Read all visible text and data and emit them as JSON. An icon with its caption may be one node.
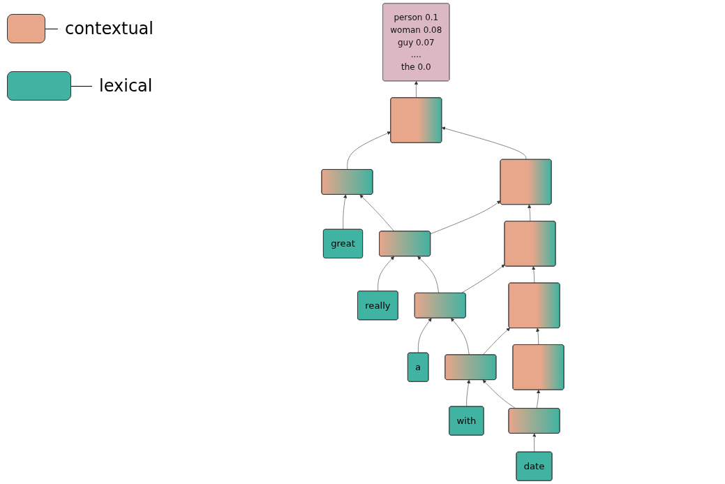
{
  "diagram": {
    "nodes": [
      {
        "text": [
          "person 0.1",
          "woman 0.08",
          "guy 0.07",
          "....",
          "the 0.0"
        ]
      },
      {
        "text": [],
        "shape": "box"
      },
      {
        "text": [],
        "shape": "box"
      },
      {
        "text": [],
        "shape": "box"
      },
      {
        "text": [],
        "shape": "box"
      },
      {
        "text": [],
        "shape": "box"
      },
      {
        "text": [],
        "shape": "box"
      },
      {
        "text": [],
        "shape": "box"
      },
      {
        "text": [],
        "shape": "box"
      },
      {
        "text": [],
        "shape": "box"
      },
      {
        "text": [],
        "shape": "box"
      },
      {
        "text": [
          "date"
        ]
      },
      {
        "text": [
          "with"
        ]
      },
      {
        "text": [
          "a"
        ]
      },
      {
        "text": [
          "really"
        ]
      },
      {
        "text": [
          "great"
        ]
      }
    ],
    "edges": [
      {
        "from": 11,
        "to": 6,
        "arrow": "to"
      },
      {
        "from": 12,
        "to": 7,
        "arrow": "to"
      },
      {
        "from": 13,
        "to": 8,
        "arrow": "to"
      },
      {
        "from": 14,
        "to": 9,
        "arrow": "to"
      },
      {
        "from": 15,
        "to": 10,
        "arrow": "to"
      },
      {
        "from": 6,
        "to": 1,
        "arrow": "to"
      },
      {
        "from": 7,
        "to": 2,
        "arrow": "to"
      },
      {
        "from": 8,
        "to": 3,
        "arrow": "to"
      },
      {
        "from": 9,
        "to": 4,
        "arrow": "to"
      },
      {
        "from": 10,
        "to": 5,
        "arrow": "to"
      },
      {
        "from": 6,
        "to": 7,
        "arrow": "to"
      },
      {
        "from": 7,
        "to": 8,
        "arrow": "to"
      },
      {
        "from": 8,
        "to": 9,
        "arrow": "to"
      },
      {
        "from": 9,
        "to": 10,
        "arrow": "to"
      },
      {
        "from": 1,
        "to": 2,
        "arrow": "to"
      },
      {
        "from": 2,
        "to": 3,
        "arrow": "to"
      },
      {
        "from": 3,
        "to": 4,
        "arrow": "to"
      },
      {
        "from": 4,
        "to": 5,
        "arrow": "to"
      },
      {
        "from": 5,
        "to": 0,
        "arrow": "to"
      }
    ],
    "legend": [
      {
        "text": "contextual",
        "color": "#e8a68a"
      },
      {
        "text": "lexical",
        "color": "#40b3a2"
      }
    ]
  }
}
